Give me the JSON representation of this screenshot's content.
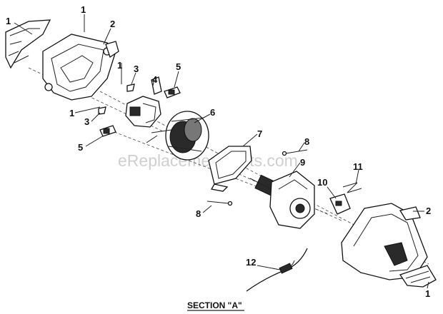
{
  "watermark": "eReplacementParts.com",
  "section_title": "SECTION \"A\"",
  "callouts": {
    "c1_top_left": "1",
    "c1_top": "1",
    "c2_top": "2",
    "c1_mid": "1",
    "c3_upper": "3",
    "c4": "4",
    "c5_upper": "5",
    "c1_left": "1",
    "c3_lower": "3",
    "c5_lower": "5",
    "c6": "6",
    "c7": "7",
    "c8_right": "8",
    "c9": "9",
    "c11": "11",
    "c10": "10",
    "c2_right": "2",
    "c8_lower": "8",
    "c12": "12",
    "c1_bottom_right": "1"
  }
}
